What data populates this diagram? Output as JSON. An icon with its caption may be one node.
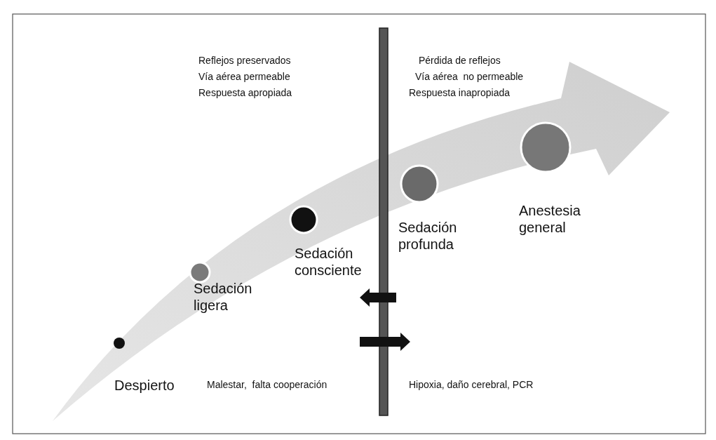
{
  "diagram": {
    "nodes": [
      {
        "text": [
          "Despierto"
        ]
      },
      {
        "text": [
          "Sedación ligera"
        ]
      },
      {
        "text": [
          "Sedación consciente"
        ]
      },
      {
        "text": [
          "Sedación profunda"
        ]
      },
      {
        "text": [
          "Anestesia general"
        ]
      }
    ],
    "labels": [
      "Reflejos preservados",
      "Vía aérea permeable",
      "Respuesta apropiada",
      "Pérdida de reflejos",
      "Vía aérea  no permeable",
      "Respuesta inapropiada",
      "Malestar,  falta cooperación",
      "Hipoxia, daño cerebral, PCR"
    ]
  }
}
